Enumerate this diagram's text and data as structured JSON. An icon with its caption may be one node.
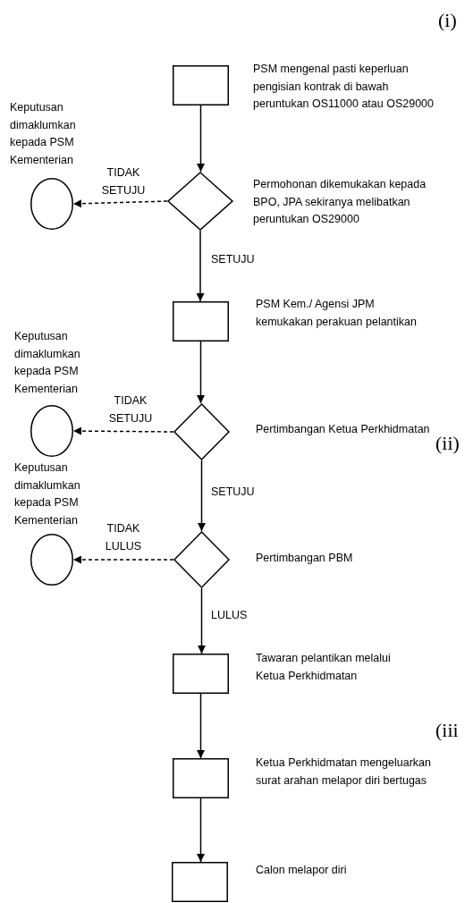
{
  "diagram": {
    "nodes": [
      {
        "text": [],
        "shape": "box",
        "beside": [
          "PSM mengenal pasti keperluan pengisian kontrak di bawah peruntukan OS11000 atau OS29000"
        ]
      },
      {
        "text": [],
        "shape": "circle",
        "beside": [
          "Keputusan dimaklumkan kepada PSM Kementerian"
        ]
      },
      {
        "text": [],
        "shape": "diamond",
        "beside": [
          "Permohonan dikemukakan kepada BPO, JPA sekiranya melibatkan peruntukan OS29000"
        ]
      },
      {
        "text": [],
        "shape": "box",
        "beside": [
          "PSM Kem./ Agensi JPM kemukakan perakuan pelantikan"
        ]
      },
      {
        "text": [],
        "shape": "circle",
        "beside": [
          "Keputusan dimaklumkan kepada PSM Kementerian"
        ]
      },
      {
        "text": [],
        "shape": "diamond",
        "beside": [
          "Pertimbangan Ketua Perkhidmatan"
        ]
      },
      {
        "text": [],
        "shape": "circle",
        "beside": [
          "Keputusan dimaklumkan kepada PSM Kementerian"
        ]
      },
      {
        "text": [],
        "shape": "diamond",
        "beside": [
          "Pertimbangan PBM"
        ]
      },
      {
        "text": [],
        "shape": "box",
        "beside": [
          "Tawaran pelantikan melalui Ketua Perkhidmatan"
        ]
      },
      {
        "text": [],
        "shape": "box",
        "beside": [
          "Ketua Perkhidmatan mengeluarkan surat arahan melapor diri bertugas"
        ]
      },
      {
        "text": [],
        "shape": "box",
        "beside": [
          "Calon melapor diri"
        ]
      }
    ],
    "edges": [
      {
        "from": 0,
        "to": 2,
        "arrow": "to"
      },
      {
        "from": 2,
        "to": 1,
        "arrow": "to",
        "label": "TIDAK SETUJU",
        "style": "dashed"
      },
      {
        "from": 2,
        "to": 3,
        "arrow": "to",
        "label": "SETUJU"
      },
      {
        "from": 3,
        "to": 5,
        "arrow": "to"
      },
      {
        "from": 5,
        "to": 4,
        "arrow": "to",
        "label": "TIDAK SETUJU",
        "style": "dashed"
      },
      {
        "from": 5,
        "to": 7,
        "arrow": "to",
        "label": "SETUJU"
      },
      {
        "from": 7,
        "to": 6,
        "arrow": "to",
        "label": "TIDAK LULUS",
        "style": "dashed"
      },
      {
        "from": 7,
        "to": 8,
        "arrow": "to",
        "label": "LULUS"
      },
      {
        "from": 8,
        "to": 9,
        "arrow": "to"
      },
      {
        "from": 9,
        "to": 10,
        "arrow": "to"
      }
    ],
    "labels": [
      "(i)",
      "(ii)",
      "(iii"
    ]
  }
}
